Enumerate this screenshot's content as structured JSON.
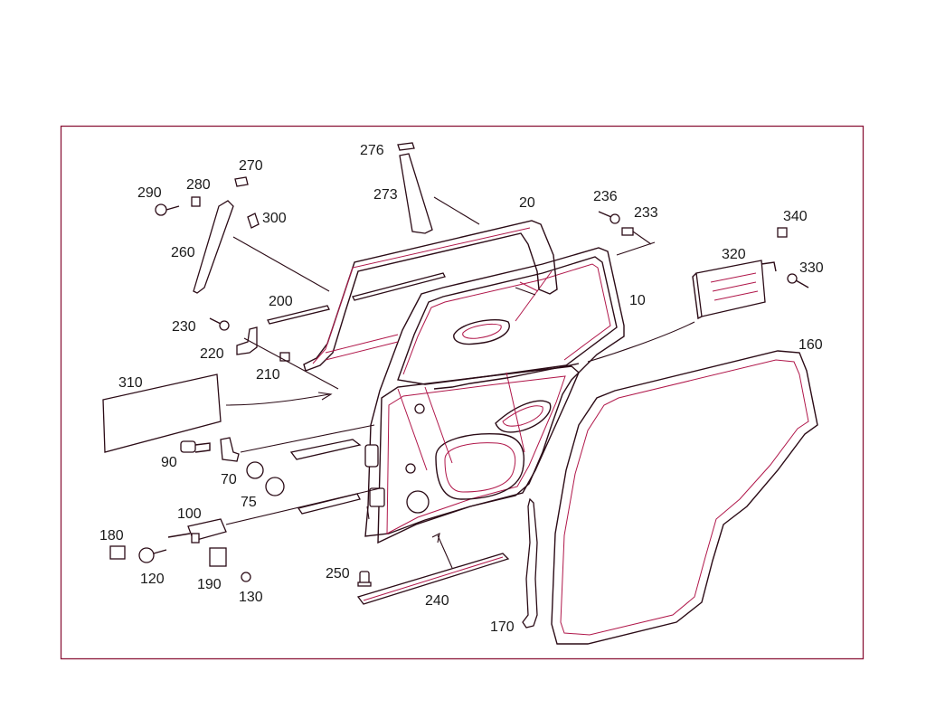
{
  "diagram": {
    "frame_color": "#8a1538",
    "line_color": "#2b0b16",
    "accent_color": "#b0174a",
    "callouts": {
      "c10": "10",
      "c20": "20",
      "c70": "70",
      "c75": "75",
      "c90": "90",
      "c100": "100",
      "c120": "120",
      "c130": "130",
      "c160": "160",
      "c170": "170",
      "c180": "180",
      "c190": "190",
      "c200": "200",
      "c210": "210",
      "c220": "220",
      "c230": "230",
      "c233": "233",
      "c236": "236",
      "c240": "240",
      "c250": "250",
      "c260": "260",
      "c270": "270",
      "c273": "273",
      "c276": "276",
      "c280": "280",
      "c290": "290",
      "c300": "300",
      "c310": "310",
      "c320": "320",
      "c330": "330",
      "c340": "340"
    }
  }
}
